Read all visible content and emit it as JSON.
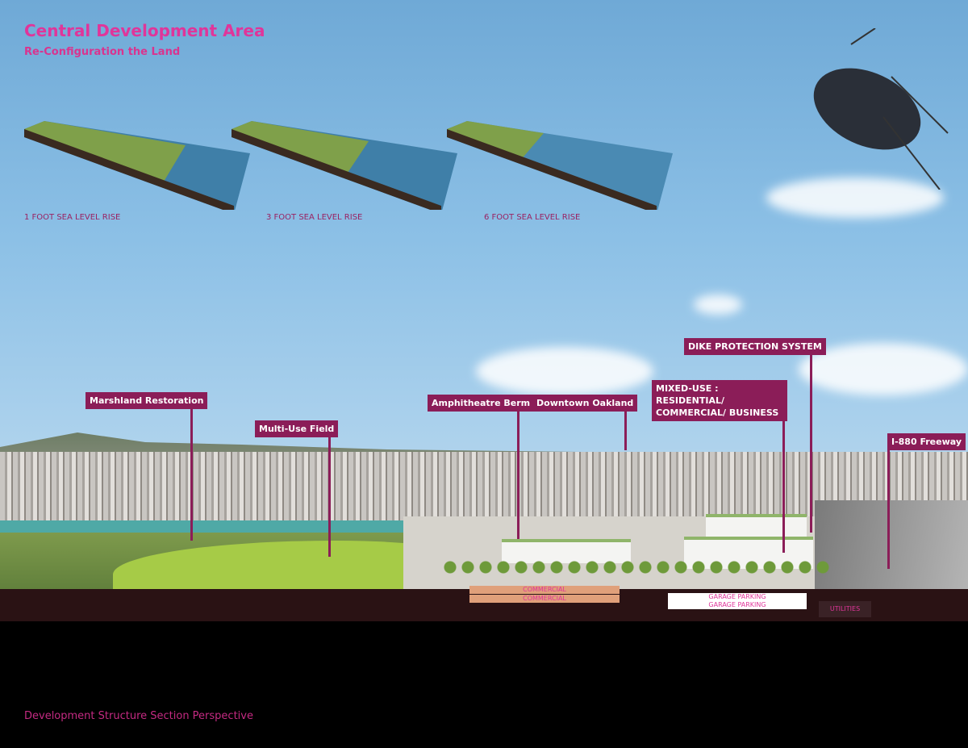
{
  "header": {
    "title": "Central Development Area",
    "subtitle": "Re-Configuration the Land"
  },
  "scenarios": [
    "1 FOOT SEA LEVEL RISE",
    "3 FOOT  SEA LEVEL RISE",
    "6 FOOT SEA LEVEL RISE"
  ],
  "callouts": [
    "Marshland Restoration",
    "Multi-Use Field",
    "Amphitheatre Berm",
    "Downtown Oakland",
    "MIXED-USE : RESIDENTIAL/ COMMERCIAL/ BUSINESS",
    "DIKE PROTECTION SYSTEM",
    "I-880 Freeway"
  ],
  "section": {
    "commercial": [
      "COMMERCIAL",
      "COMMERCIAL"
    ],
    "parking": [
      "GARAGE PARKING",
      "GARAGE PARKING"
    ],
    "utilities": "UTILITIES"
  },
  "caption": "Development Structure Section Perspective",
  "colors": {
    "accent": "#e0359a",
    "label_bg": "#8b1d58"
  }
}
